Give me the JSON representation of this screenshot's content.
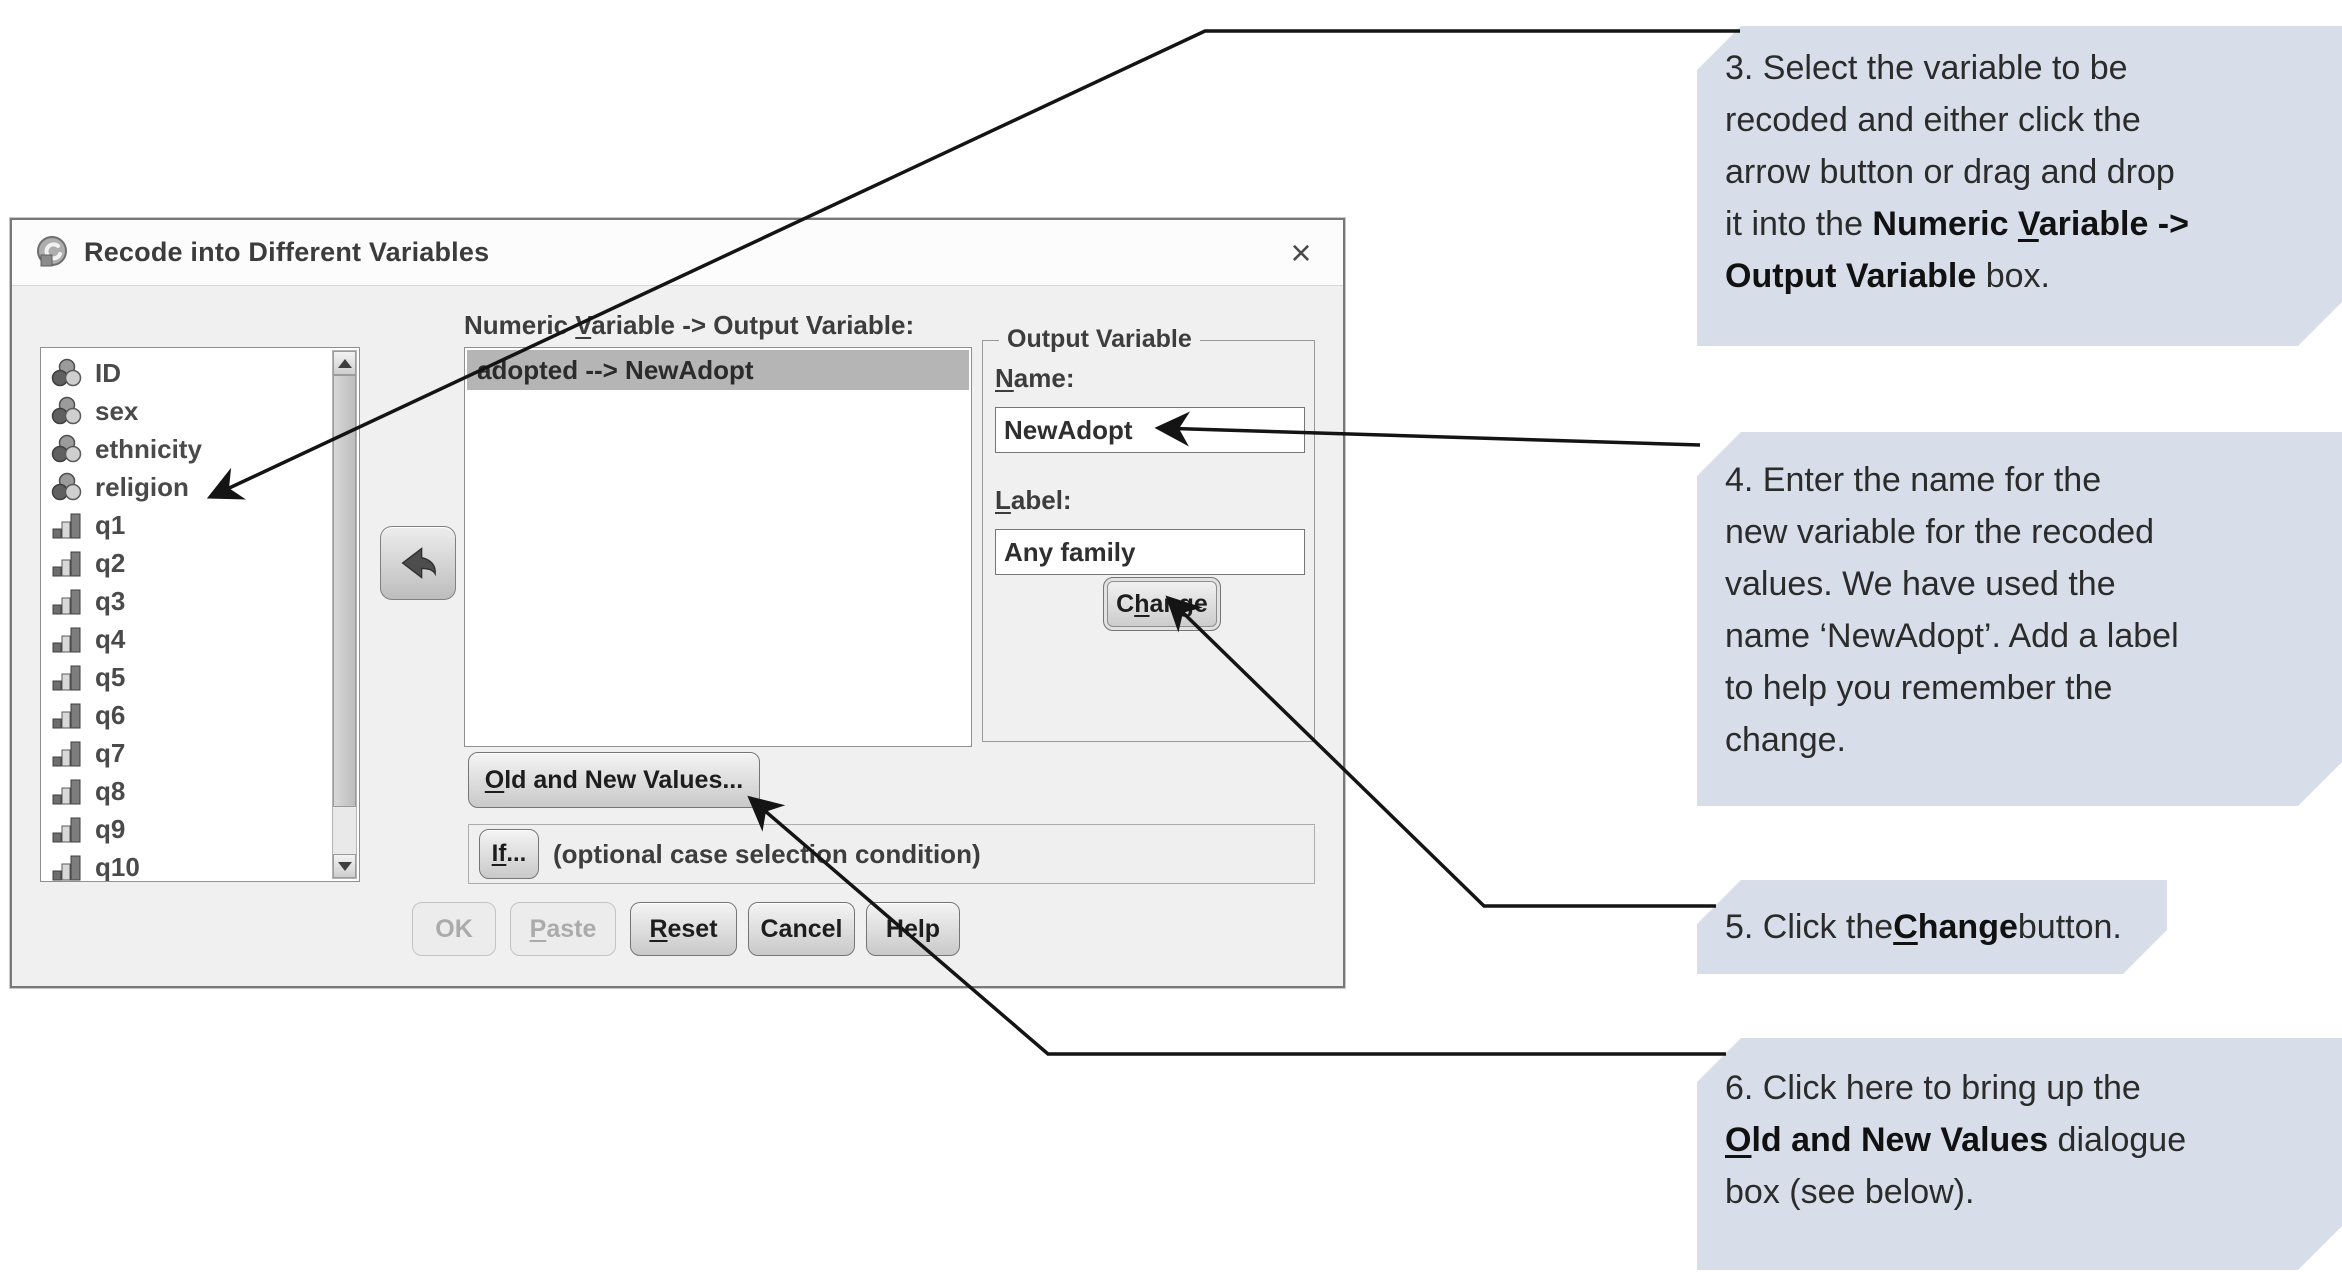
{
  "colors": {
    "callout_bg": "#d7dee9",
    "dialog_bg": "#f0f0f0",
    "selected_row": "#b5b5b5",
    "arrow_color": "#141414"
  },
  "window": {
    "title": "Recode into Different Variables",
    "close_glyph": "×"
  },
  "dialog": {
    "variable_list": {
      "items": [
        {
          "label": "ID",
          "icon": "nominal-icon"
        },
        {
          "label": "sex",
          "icon": "nominal-icon"
        },
        {
          "label": "ethnicity",
          "icon": "nominal-icon"
        },
        {
          "label": "religion",
          "icon": "nominal-icon"
        },
        {
          "label": "q1",
          "icon": "bar-chart-icon"
        },
        {
          "label": "q2",
          "icon": "bar-chart-icon"
        },
        {
          "label": "q3",
          "icon": "bar-chart-icon"
        },
        {
          "label": "q4",
          "icon": "bar-chart-icon"
        },
        {
          "label": "q5",
          "icon": "bar-chart-icon"
        },
        {
          "label": "q6",
          "icon": "bar-chart-icon"
        },
        {
          "label": "q7",
          "icon": "bar-chart-icon"
        },
        {
          "label": "q8",
          "icon": "bar-chart-icon"
        },
        {
          "label": "q9",
          "icon": "bar-chart-icon"
        },
        {
          "label": "q10",
          "icon": "bar-chart-icon"
        }
      ]
    },
    "numeric_label": {
      "pre": "Numeric ",
      "u": "V",
      "post": "ariable -> Output Variable:"
    },
    "transfer_list": {
      "selected_item": "adopted --> NewAdopt"
    },
    "output_variable_group": {
      "legend": "Output Variable",
      "name_label": {
        "u": "N",
        "post": "ame:"
      },
      "name_value": "NewAdopt",
      "label_label": {
        "u": "L",
        "post": "abel:"
      },
      "label_value": "Any family",
      "change_button": {
        "pre": "C",
        "u": "h",
        "post": "ange"
      }
    },
    "old_new_button": {
      "u": "O",
      "post": "ld and New Values..."
    },
    "if_row": {
      "button": {
        "u": "If",
        "post": "..."
      },
      "text": "(optional case selection condition)"
    },
    "action_buttons": {
      "ok": "OK",
      "paste": {
        "u": "P",
        "post": "aste"
      },
      "reset": {
        "u": "R",
        "post": "eset"
      },
      "cancel": "Cancel",
      "help": "Help"
    }
  },
  "callouts": [
    {
      "number": 3,
      "segments": [
        {
          "t": "3. Select the variable to be\nrecoded and either click the\narrow button or drag and drop\nit into the "
        },
        {
          "t": "Numeric ",
          "b": true
        },
        {
          "t": "V",
          "b": true,
          "u": true
        },
        {
          "t": "ariable ->\nOutput Variable",
          "b": true
        },
        {
          "t": " box."
        }
      ]
    },
    {
      "number": 4,
      "segments": [
        {
          "t": "4. Enter the name for the\nnew variable for the recoded\nvalues. We have used the\nname ‘NewAdopt’. Add a label\nto help you remember the\nchange."
        }
      ]
    },
    {
      "number": 5,
      "segments": [
        {
          "t": "5. Click the "
        },
        {
          "t": "C",
          "b": true,
          "u": true
        },
        {
          "t": "hange",
          "b": true
        },
        {
          "t": " button."
        }
      ]
    },
    {
      "number": 6,
      "segments": [
        {
          "t": "6. Click here to bring up the\n"
        },
        {
          "t": "O",
          "b": true,
          "u": true
        },
        {
          "t": "ld and New Values",
          "b": true
        },
        {
          "t": " dialogue\nbox (see below)."
        }
      ]
    }
  ]
}
